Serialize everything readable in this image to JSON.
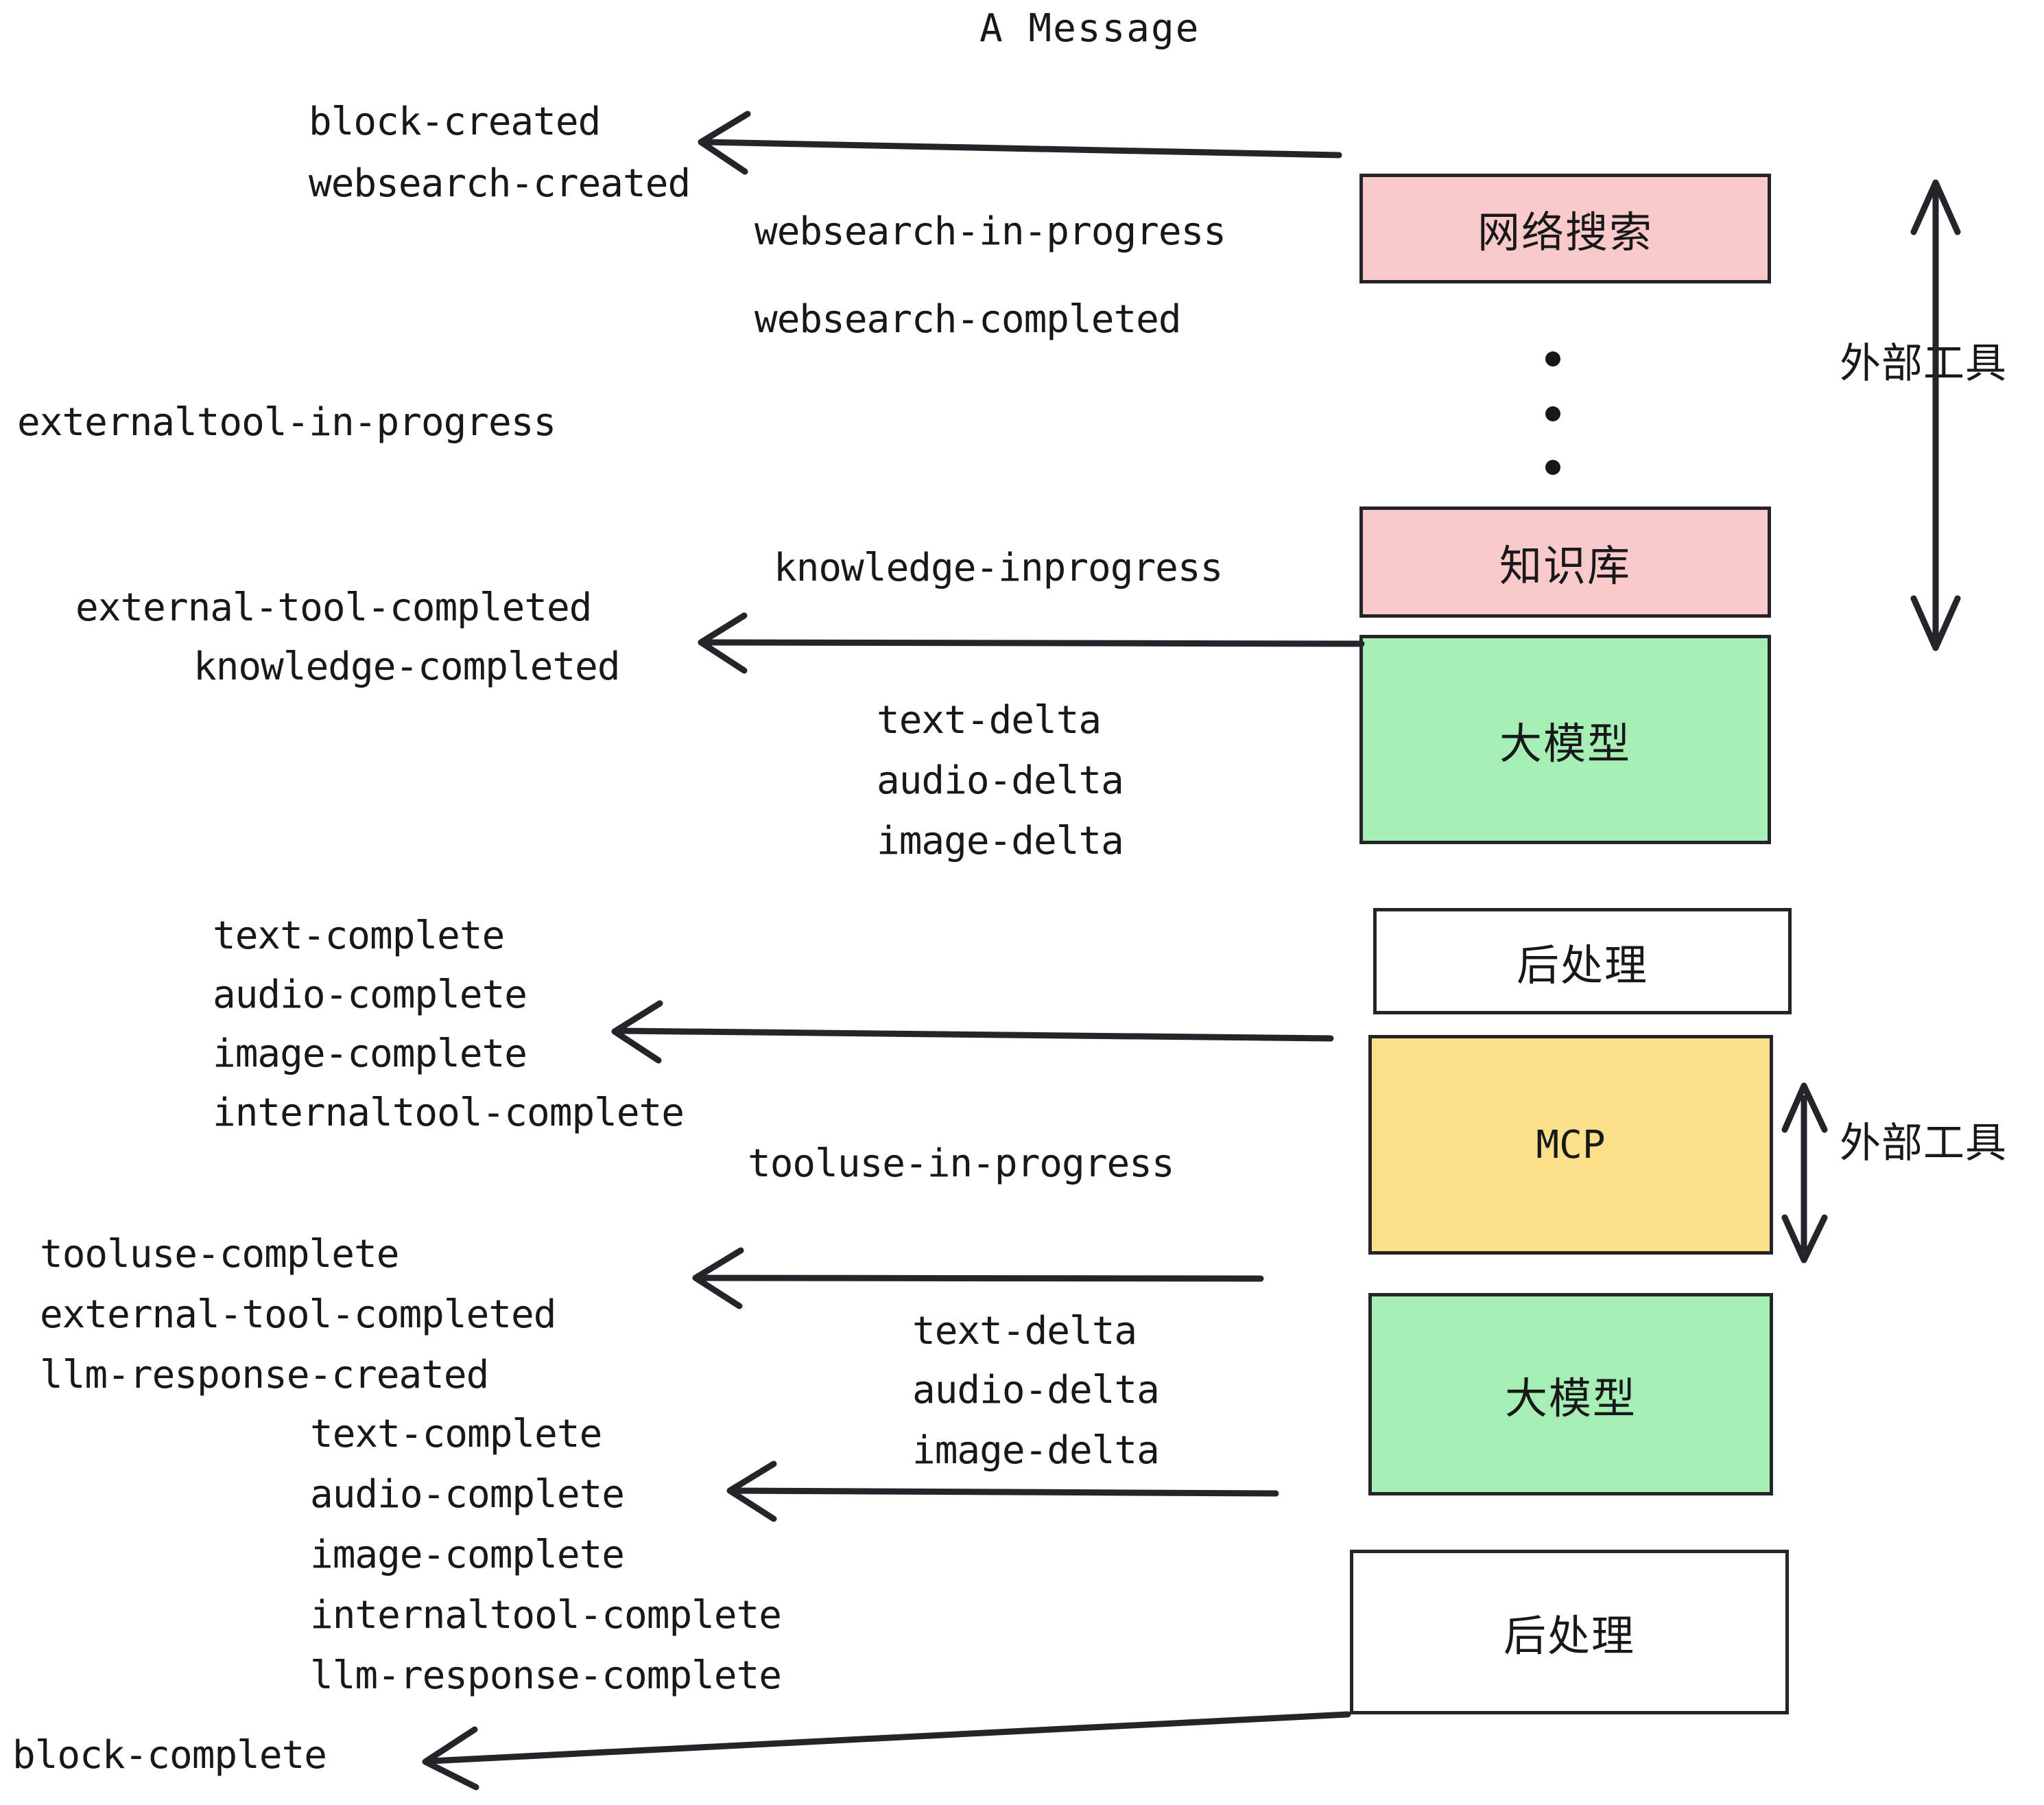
{
  "title": "A Message",
  "nodes": [
    {
      "id": "websearch",
      "label": "网络搜索",
      "color": "#fac9c9"
    },
    {
      "id": "knowledge",
      "label": "知识库",
      "color": "#fac9c9"
    },
    {
      "id": "llm1",
      "label": "大模型",
      "color": "#a6eeb3"
    },
    {
      "id": "postproc1",
      "label": "后处理",
      "color": "#ffffff"
    },
    {
      "id": "mcp",
      "label": "MCP",
      "color": "#fbe08a"
    },
    {
      "id": "llm2",
      "label": "大模型",
      "color": "#a6eeb3"
    },
    {
      "id": "postproc2",
      "label": "后处理",
      "color": "#ffffff"
    }
  ],
  "side_labels": [
    {
      "id": "external-tool-top",
      "text": "外部工具"
    },
    {
      "id": "external-tool-bottom",
      "text": "外部工具"
    }
  ],
  "events": [
    {
      "id": "e01",
      "text": "block-created"
    },
    {
      "id": "e02",
      "text": "websearch-created"
    },
    {
      "id": "e03",
      "text": "websearch-in-progress"
    },
    {
      "id": "e04",
      "text": "websearch-completed"
    },
    {
      "id": "e05",
      "text": "externaltool-in-progress"
    },
    {
      "id": "e06",
      "text": "knowledge-inprogress"
    },
    {
      "id": "e07",
      "text": "external-tool-completed"
    },
    {
      "id": "e08",
      "text": "knowledge-completed"
    },
    {
      "id": "e09",
      "text": "text-delta"
    },
    {
      "id": "e10",
      "text": "audio-delta"
    },
    {
      "id": "e11",
      "text": "image-delta"
    },
    {
      "id": "e12",
      "text": "text-complete"
    },
    {
      "id": "e13",
      "text": "audio-complete"
    },
    {
      "id": "e14",
      "text": "image-complete"
    },
    {
      "id": "e15",
      "text": "internaltool-complete"
    },
    {
      "id": "e16",
      "text": "tooluse-in-progress"
    },
    {
      "id": "e17",
      "text": "tooluse-complete"
    },
    {
      "id": "e18",
      "text": "external-tool-completed"
    },
    {
      "id": "e19",
      "text": "llm-response-created"
    },
    {
      "id": "e20",
      "text": "text-delta"
    },
    {
      "id": "e21",
      "text": "audio-delta"
    },
    {
      "id": "e22",
      "text": "image-delta"
    },
    {
      "id": "e23",
      "text": "text-complete"
    },
    {
      "id": "e24",
      "text": "audio-complete"
    },
    {
      "id": "e25",
      "text": "image-complete"
    },
    {
      "id": "e26",
      "text": "internaltool-complete"
    },
    {
      "id": "e27",
      "text": "llm-response-complete"
    },
    {
      "id": "e28",
      "text": "block-complete"
    }
  ],
  "colors": {
    "stroke": "#23252a",
    "text": "#17181a",
    "pink": "#fac9c9",
    "green": "#a6eeb3",
    "yellow": "#fbe08a",
    "white": "#ffffff",
    "background": "#ffffff"
  }
}
